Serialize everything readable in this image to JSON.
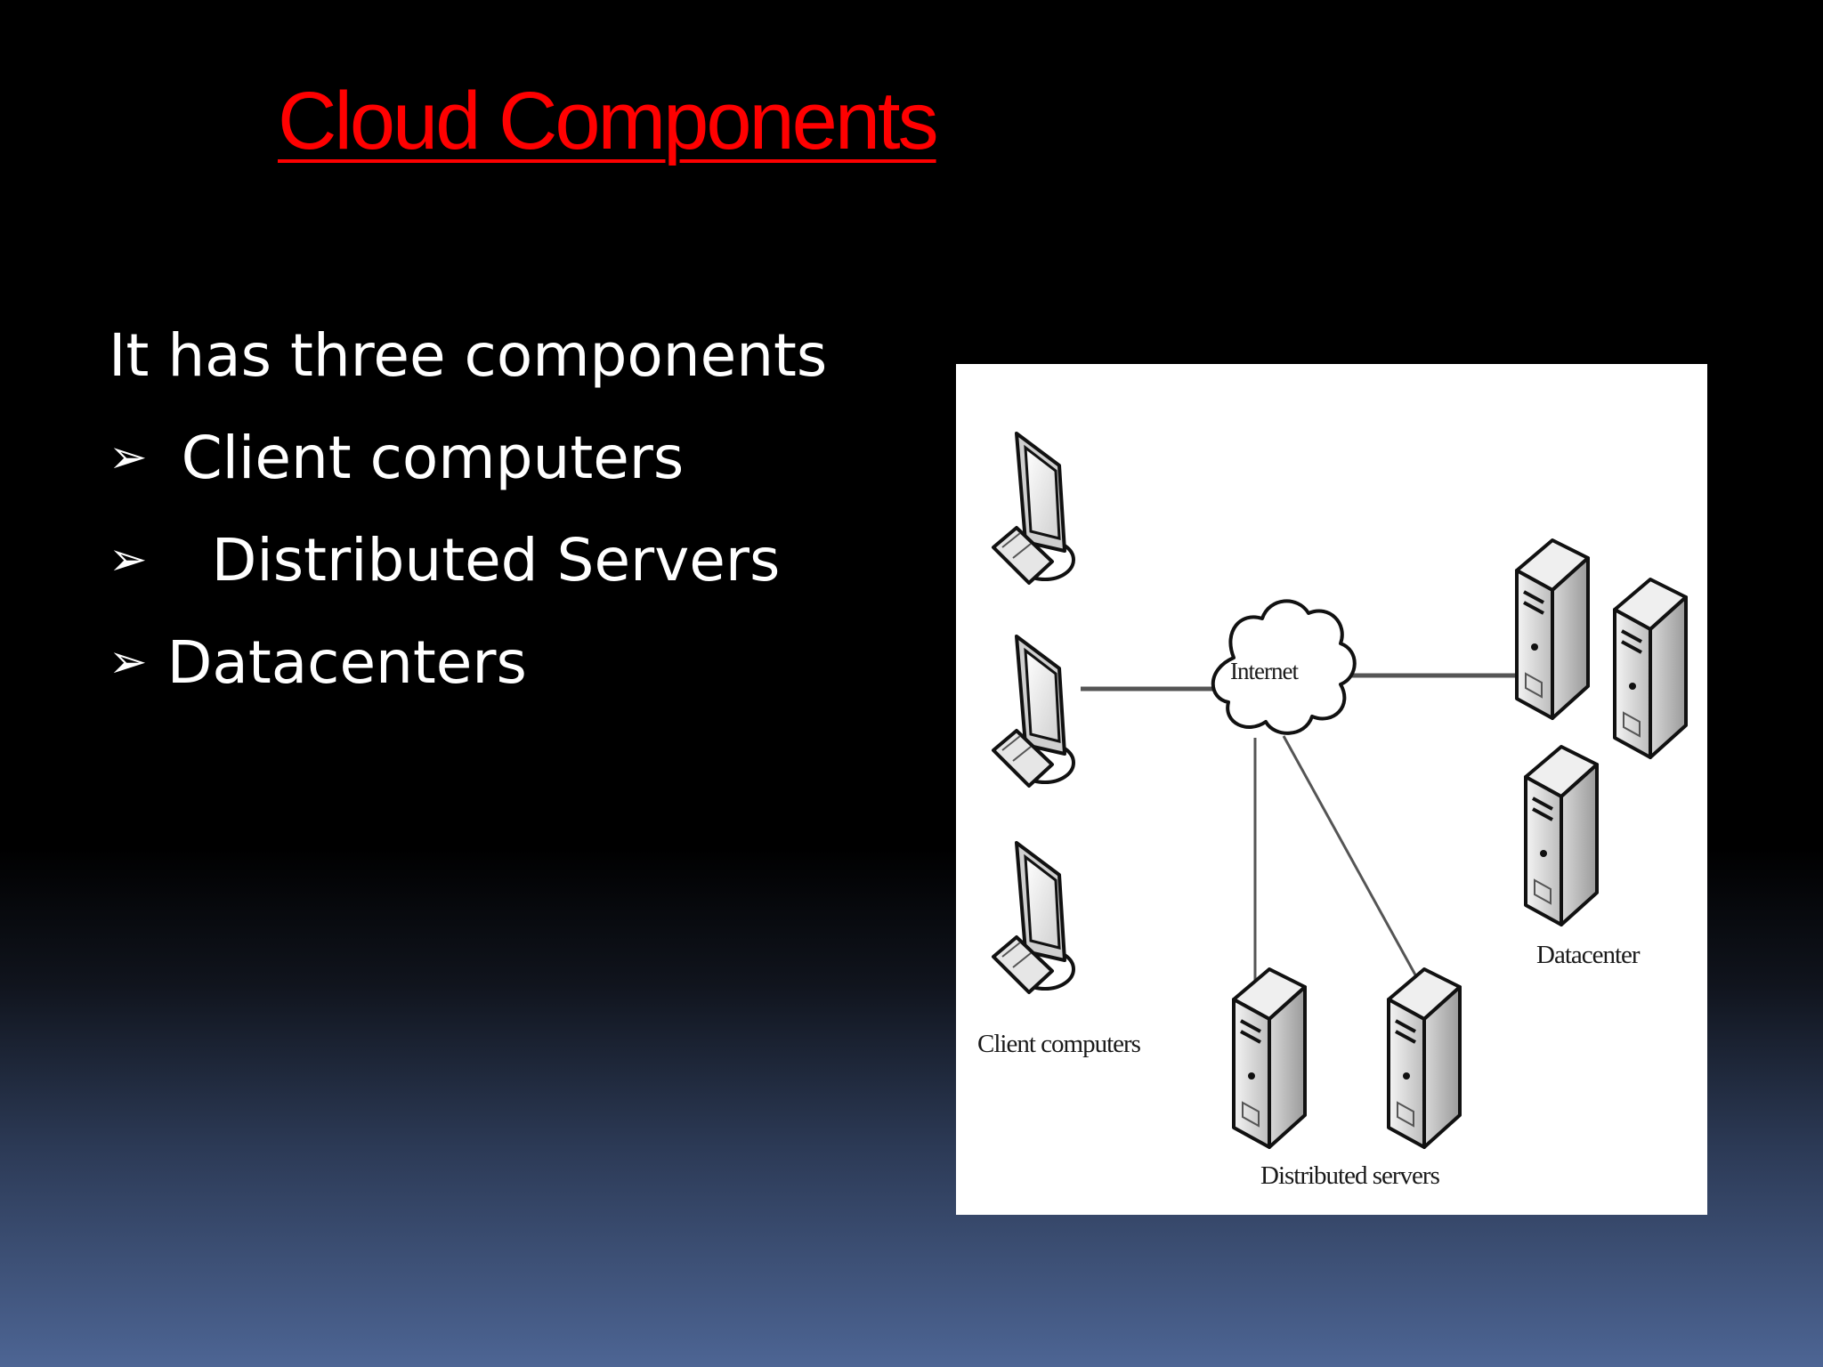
{
  "slide": {
    "title": "Cloud Components",
    "intro": "It has three components",
    "bullets": [
      {
        "arrow": "➢",
        "text": "Client computers"
      },
      {
        "arrow": "➢",
        "text": "Distributed Servers"
      },
      {
        "arrow": "➢",
        "text": "Datacenters"
      }
    ]
  },
  "diagram": {
    "labels": {
      "internet": "Internet",
      "clients": "Client computers",
      "servers": "Distributed servers",
      "datacenter": "Datacenter"
    },
    "icons": [
      "computer-icon",
      "server-icon",
      "cloud-icon"
    ]
  },
  "colors": {
    "title": "#ff0000",
    "text": "#ffffff",
    "panel": "#ffffff"
  }
}
